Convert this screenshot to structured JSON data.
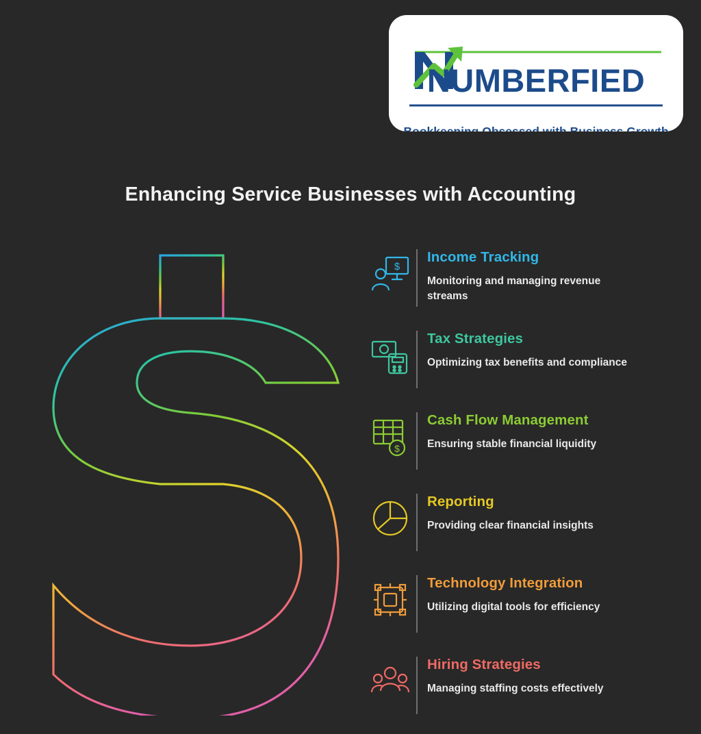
{
  "logo": {
    "wordmark": "NUMBERFIED",
    "wordmark_color": "#1c4b8b",
    "accent_color": "#5ec23c",
    "tagline": "Bookkeeping Obsessed with Business Growth",
    "mark_icon": "upward-arrow-chart-icon"
  },
  "headline": "Enhancing Service Businesses with Accounting",
  "art": {
    "name": "dollar-sign-outline-gradient",
    "gradient_stops": [
      "#29a3e0",
      "#2ec4a0",
      "#79cc3a",
      "#ddd52c",
      "#f0a93c",
      "#ef6d6d",
      "#e15fa8"
    ]
  },
  "features": [
    {
      "title": "Income Tracking",
      "desc": "Monitoring and managing revenue streams",
      "color": "#31b7e8",
      "icon": "monitor-dollar-person-icon"
    },
    {
      "title": "Tax Strategies",
      "desc": "Optimizing tax benefits and compliance",
      "color": "#3ec79e",
      "icon": "cash-calculator-icon"
    },
    {
      "title": "Cash Flow Management",
      "desc": "Ensuring stable financial liquidity",
      "color": "#8ccc33",
      "icon": "spreadsheet-dollar-icon"
    },
    {
      "title": "Reporting",
      "desc": "Providing clear financial insights",
      "color": "#e5c824",
      "icon": "pie-chart-icon"
    },
    {
      "title": "Technology Integration",
      "desc": "Utilizing digital tools for efficiency",
      "color": "#ef9c3a",
      "icon": "chip-integration-icon"
    },
    {
      "title": "Hiring Strategies",
      "desc": "Managing staffing costs effectively",
      "color": "#ef6a64",
      "icon": "team-people-icon"
    }
  ]
}
